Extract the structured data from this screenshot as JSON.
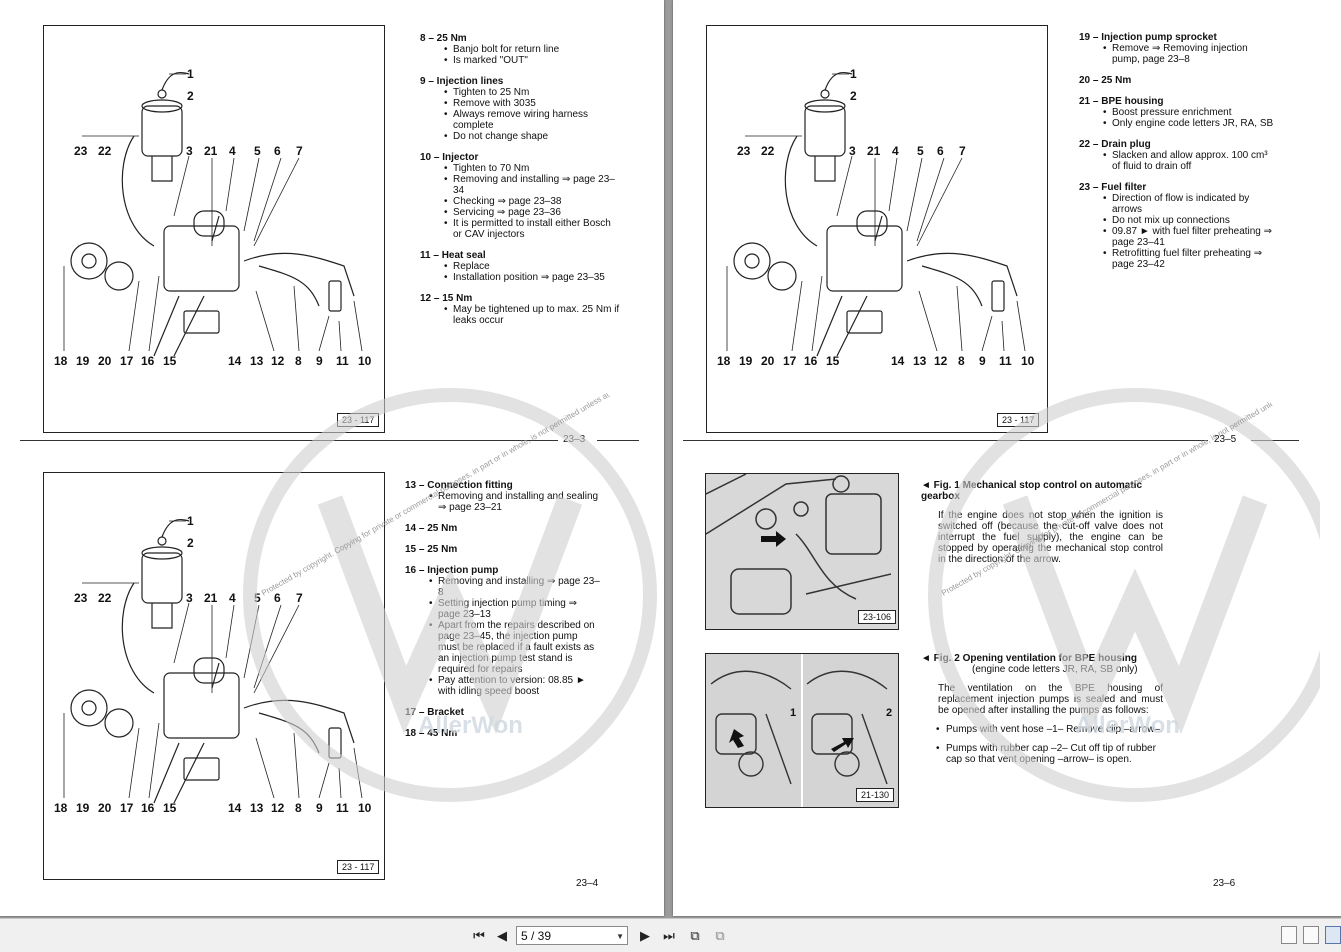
{
  "viewer": {
    "page_indicator": "5 / 39"
  },
  "left_page": {
    "top": {
      "fig_label": "23 - 117",
      "page_number": "23–3",
      "items": [
        {
          "head": "8 – 25 Nm",
          "bullets": [
            "Banjo bolt for return line",
            "Is marked \"OUT\""
          ]
        },
        {
          "head": "9 – Injection lines",
          "bullets": [
            "Tighten to 25 Nm",
            "Remove with 3035",
            "Always remove wiring harness complete",
            "Do not change shape"
          ]
        },
        {
          "head": "10 – Injector",
          "bullets": [
            "Tighten to 70 Nm",
            "Removing and installing ⇒ page 23–34",
            "Checking ⇒ page 23–38",
            "Servicing ⇒ page 23–36",
            "It is permitted to install either Bosch or CAV injectors"
          ]
        },
        {
          "head": "11 – Heat seal",
          "bullets": [
            "Replace",
            "Installation position ⇒ page 23–35"
          ]
        },
        {
          "head": "12 – 15 Nm",
          "bullets": [
            "May be tightened up to max. 25 Nm if leaks occur"
          ]
        }
      ]
    },
    "bottom": {
      "fig_label": "23 - 117",
      "page_number": "23–4",
      "items": [
        {
          "head": "13 – Connection fitting",
          "bullets": [
            "Removing and installing and sealing ⇒ page 23–21"
          ]
        },
        {
          "head": "14 – 25 Nm",
          "bullets": []
        },
        {
          "head": "15 – 25 Nm",
          "bullets": []
        },
        {
          "head": "16 – Injection pump",
          "bullets": [
            "Removing and installing ⇒ page 23–8",
            "Setting injection pump timing ⇒ page 23–13",
            "Apart from the repairs described on page 23–45, the injection pump must be replaced if a fault exists as an injection pump test stand is required for repairs",
            "Pay attention to version: 08.85 ► with idling speed boost"
          ]
        },
        {
          "head": "17 – Bracket",
          "bullets": []
        },
        {
          "head": "18 – 45 Nm",
          "bullets": []
        }
      ]
    }
  },
  "right_page": {
    "top": {
      "fig_label": "23 - 117",
      "page_number": "23–5",
      "items": [
        {
          "head": "19 – Injection pump sprocket",
          "bullets": [
            "Remove ⇒ Removing injection pump, page 23–8"
          ]
        },
        {
          "head": "20 – 25 Nm",
          "bullets": []
        },
        {
          "head": "21 – BPE housing",
          "bullets": [
            "Boost pressure enrichment",
            "Only engine code letters JR, RA, SB"
          ]
        },
        {
          "head": "22 – Drain plug",
          "bullets": [
            "Slacken and allow approx. 100 cm³ of fluid to drain off"
          ]
        },
        {
          "head": "23 – Fuel filter",
          "bullets": [
            "Direction of flow is indicated by arrows",
            "Do not mix up connections",
            "09.87 ► with fuel filter preheating ⇒ page 23–41",
            "Retrofitting fuel filter preheating ⇒ page 23–42"
          ]
        }
      ]
    },
    "bottom": {
      "page_number": "23–6",
      "fig1": {
        "label": "23-106",
        "caption": "◄ Fig. 1  Mechanical stop control on automatic gearbox",
        "text": "If the engine does not stop when the ignition is switched off (because the cut-off valve does not interrupt the fuel supply), the engine can be stopped by operating the mechanical stop control in the direction of the arrow."
      },
      "fig2": {
        "label": "21-130",
        "caption": "◄ Fig. 2  Opening ventilation for BPE housing",
        "subcaption": "(engine code letters JR, RA, SB only)",
        "text": "The ventilation on the BPE housing of replacement injection pumps is sealed and must be opened after installing the pumps as follows:",
        "bullets": [
          "Pumps with vent hose –1– Remove clip –arrow–.",
          "Pumps with rubber cap –2– Cut off tip of rubber cap so that vent opening –arrow– is open."
        ]
      }
    }
  },
  "diagram_callouts": [
    "1",
    "2",
    "23",
    "22",
    "3",
    "21",
    "4",
    "5",
    "6",
    "7",
    "18",
    "19",
    "20",
    "17",
    "16",
    "15",
    "14",
    "13",
    "12",
    "8",
    "9",
    "11",
    "10"
  ],
  "watermark": {
    "text": "Protected by copyright. Copying for private or commercial purposes, in part or in whole, is not permitted unless authorised by Volkswagen AG. Volkswagen AG does not guarantee or accept any liability with respect to the correctness of information in this document. Copyright by Volkswagen AG.",
    "brand": "AllerWon"
  }
}
